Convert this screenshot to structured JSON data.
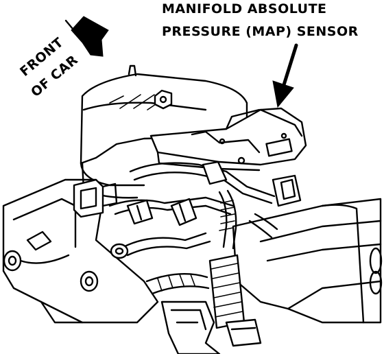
{
  "labels": {
    "map_sensor_line1": "MANIFOLD ABSOLUTE",
    "map_sensor_line2": "PRESSURE (MAP) SENSOR",
    "front_line1": "FRONT",
    "front_line2": "OF CAR"
  },
  "colors": {
    "ink": "#000000",
    "paper": "#ffffff"
  },
  "icons": {
    "callout_arrow": "arrow-down-icon",
    "front_direction_arrow": "front-arrow-icon"
  }
}
